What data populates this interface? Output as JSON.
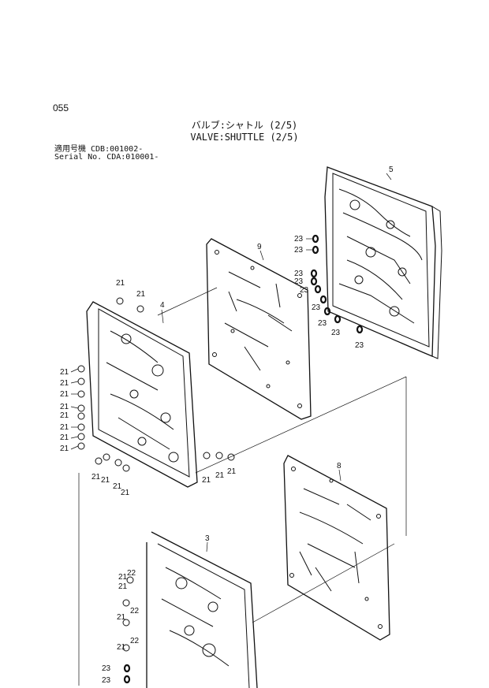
{
  "page_number": "055",
  "title_jp": "バルブ:シャトル (2/5)",
  "title_en": "VALVE:SHUTTLE (2/5)",
  "serial": {
    "line1": "適用号機 CDB:001002-",
    "line2": "Serial No. CDA:010001-"
  },
  "callouts": {
    "c3": "3",
    "c4": "4",
    "c5": "5",
    "c8": "8",
    "c9": "9",
    "c21": "21",
    "c22": "22",
    "c23": "23"
  }
}
